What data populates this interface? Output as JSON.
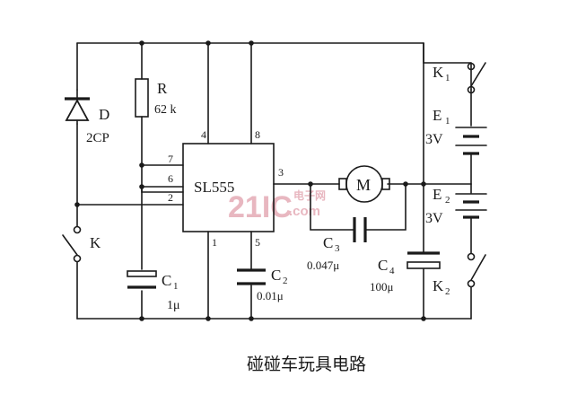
{
  "caption": "碰碰车玩具电路",
  "watermark": {
    "brand": "21IC",
    "cn": "电子网",
    "domain": ".com"
  },
  "ic": {
    "label": "SL555",
    "pins": {
      "p4": "4",
      "p8": "8",
      "p7": "7",
      "p6": "6",
      "p2": "2",
      "p3": "3",
      "p1": "1",
      "p5": "5"
    }
  },
  "parts": {
    "diode": {
      "name": "D",
      "value": "2CP"
    },
    "resistor": {
      "name": "R",
      "value": "62 k"
    },
    "switch_k": {
      "name": "K"
    },
    "cap_c1": {
      "name": "C",
      "sub": "1",
      "value": "1μ"
    },
    "cap_c2": {
      "name": "C",
      "sub": "2",
      "value": "0.01μ"
    },
    "cap_c3": {
      "name": "C",
      "sub": "3",
      "value": "0.047μ"
    },
    "cap_c4": {
      "name": "C",
      "sub": "4",
      "value": "100μ"
    },
    "motor": {
      "name": "M"
    },
    "battery_e1": {
      "name": "E",
      "sub": "1",
      "value": "3V"
    },
    "battery_e2": {
      "name": "E",
      "sub": "2",
      "value": "3V"
    },
    "switch_k1": {
      "name": "K",
      "sub": "1"
    },
    "switch_k2": {
      "name": "K",
      "sub": "2"
    }
  }
}
